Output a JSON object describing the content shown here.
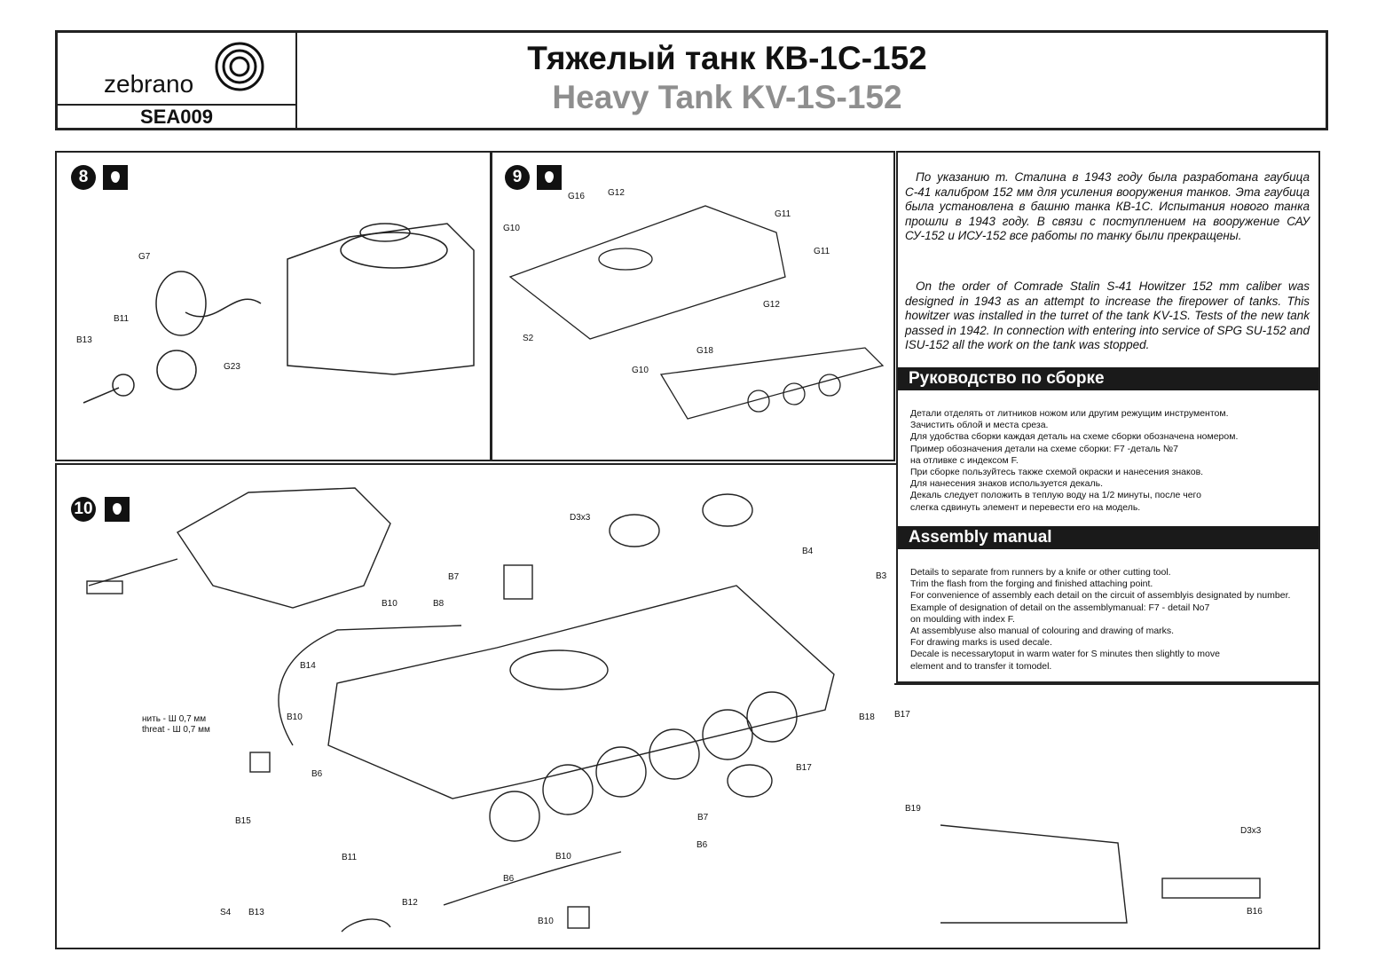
{
  "header": {
    "brand": "zebrano",
    "code": "SEA009",
    "title_ru": "Тяжелый танк КВ-1С-152",
    "title_en": "Heavy Tank KV-1S-152"
  },
  "steps": [
    {
      "number": "8",
      "labels": [
        "G7",
        "B11",
        "B13",
        "G23"
      ]
    },
    {
      "number": "9",
      "labels": [
        "G16",
        "G12",
        "G11",
        "G10",
        "G11",
        "S2",
        "G12",
        "G18",
        "G10"
      ]
    },
    {
      "number": "10",
      "labels": [
        "D3x3",
        "B4",
        "B3",
        "B7",
        "B10",
        "B8",
        "B14",
        "нить - Ш 0,7 мм",
        "threat - Ш 0,7 мм",
        "B10",
        "B6",
        "B18",
        "B17",
        "B17",
        "B19",
        "B7",
        "B6",
        "B10",
        "B15",
        "B11",
        "S4",
        "B13",
        "B12",
        "B6",
        "B10",
        "D3x3",
        "B16"
      ]
    }
  ],
  "history": {
    "ru": "По указанию т. Сталина в 1943 году была разработана гаубица С-41 калибром 152 мм для усиления вооружения танков. Эта гаубица была установлена в башню танка КВ-1С. Испытания нового танка прошли в 1943 году. В связи с поступлением на вооружение САУ СУ-152 и ИСУ-152 все работы по танку были прекращены.",
    "en": "On the order of Comrade Stalin S-41 Howitzer 152 mm caliber was designed in 1943 as an attempt to increase the firepower of tanks. This howitzer was installed in the turret of the tank KV-1S. Tests of the new tank passed in 1942. In connection with entering into service of SPG SU-152 and ISU-152 all the work on the tank was stopped."
  },
  "manual_ru": {
    "heading": "Руководство по сборке",
    "lines": [
      "Детали отделять от литников ножом или другим режущим инструментом.",
      "Зачистить облой и места среза.",
      "Для удобства сборки каждая деталь на схеме сборки обозначена номером.",
      "Пример обозначения детали на схеме сборки: F7 -деталь №7",
      "на отливке с индексом F.",
      "При сборке пользуйтесь также схемой окраски и нанесения знаков.",
      "Для нанесения знаков используется декаль.",
      "Декаль следует положить в теплую воду на 1/2 минуты, после чего",
      "слегка сдвинуть элемент и перевести его на модель."
    ]
  },
  "manual_en": {
    "heading": "Assembly manual",
    "lines": [
      "Details to separate from runners by a knife or other cutting tool.",
      "Trim the flash from the forging and finished attaching point.",
      "For convenience of assembly each detail on the circuit of assemblyis designated by number.",
      "Example of designation of detail on the assemblymanual: F7 - detail No7",
      "on moulding with index F.",
      "At assemblyuse also manual of colouring and drawing of marks.",
      "For drawing marks is used decale.",
      "Decale is necessarytoput in warm water for S minutes then slightly to move",
      "element and to transfer it tomodel."
    ]
  }
}
